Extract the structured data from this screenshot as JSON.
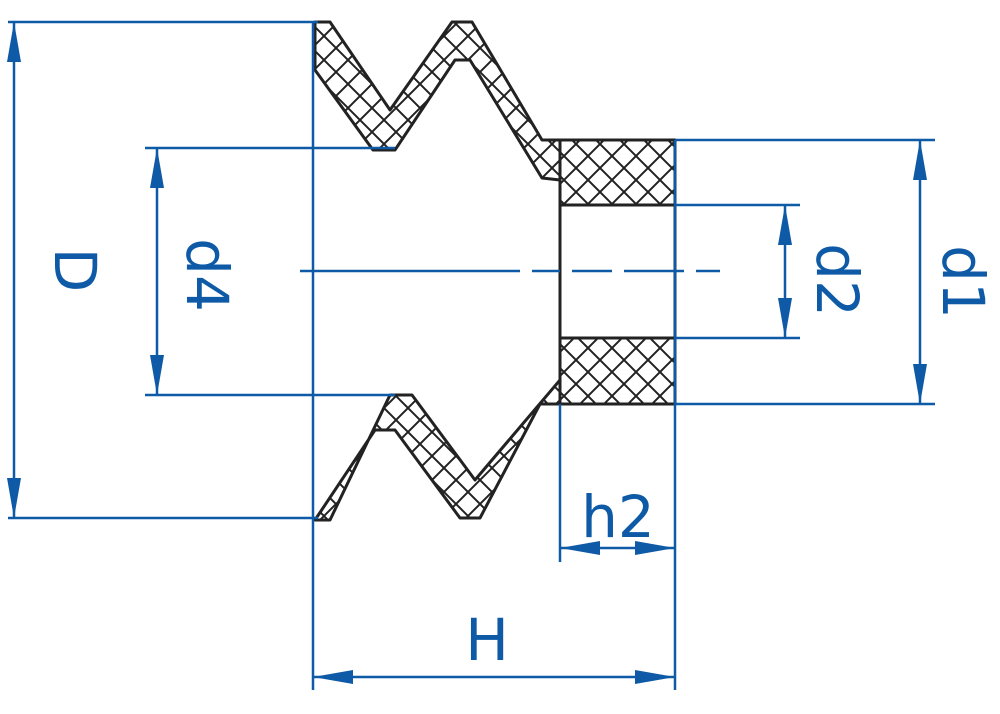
{
  "colors": {
    "dimension": "#0e5aa7",
    "outline": "#222222",
    "hatch": "#222222",
    "background": "#ffffff"
  },
  "labels": {
    "D": "D",
    "d4": "d4",
    "d2": "d2",
    "d1": "d1",
    "h2": "h2",
    "H": "H"
  }
}
